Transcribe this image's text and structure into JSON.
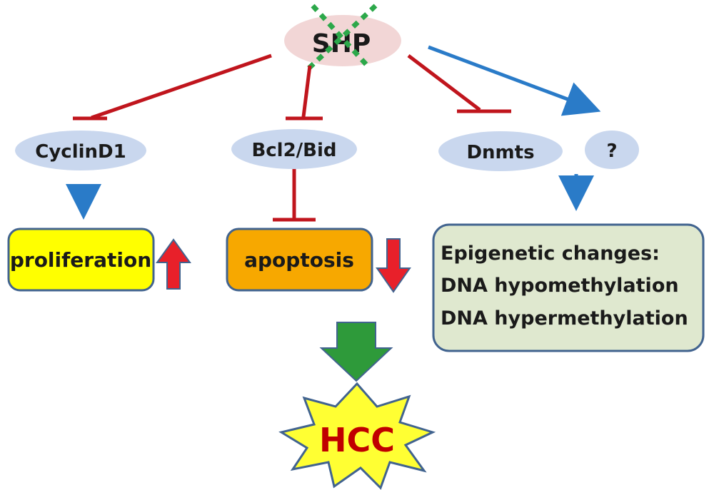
{
  "nodes": {
    "shp": "SHP",
    "cyclin": "CyclinD1",
    "bcl2": "Bcl2/Bid",
    "dnmts": "Dnmts",
    "unknown": "?"
  },
  "boxes": {
    "proliferation": "proliferation",
    "apoptosis": "apoptosis",
    "epigenetic": {
      "title": "Epigenetic changes:",
      "line1": "DNA hypomethylation",
      "line2": "DNA hypermethylation"
    }
  },
  "outcome": "HCC",
  "colors": {
    "node_fill": "#c9d7ee",
    "shp_fill": "#f2d6d6",
    "inhibit": "#c0151d",
    "activate": "#2a7bc8",
    "proliferation_fill": "#ffff00",
    "apoptosis_fill": "#f7a800",
    "epigenetic_fill": "#dfe8cf",
    "box_border": "#41638f",
    "deletion_mark": "#2ca84a",
    "big_arrow": "#2e9a3a",
    "star_fill": "#ffff33",
    "hcc_text": "#c00000",
    "up_arrow": "#e8202a"
  }
}
